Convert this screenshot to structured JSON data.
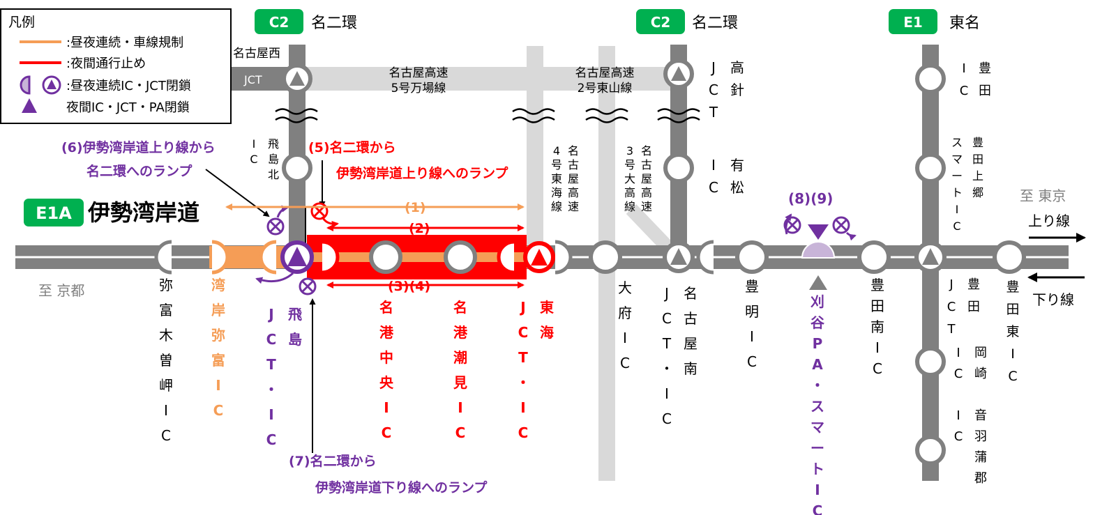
{
  "legend": {
    "title": "凡例",
    "items": [
      ":昼夜連続・車線規制",
      ":夜間通行止め",
      ":昼夜連続IC・JCT閉鎖",
      "夜間IC・JCT・PA閉鎖"
    ]
  },
  "route_badges": [
    {
      "code": "C2",
      "name": "名二環"
    },
    {
      "code": "C2",
      "name": "名二環"
    },
    {
      "code": "E1",
      "name": "東名"
    }
  ],
  "main_route": {
    "code": "E1A",
    "name": "伊勢湾岸道"
  },
  "directions": {
    "kyoto": "至 京都",
    "tokyo": "至 東京",
    "up": "上り線",
    "down": "下り線"
  },
  "sections": {
    "s1": "(1)",
    "s2": "(2)",
    "s34": "(3)(4)",
    "s89": "(8)(9)"
  },
  "ramps": {
    "r5_line1": "(5)名二環から",
    "r5_line2": "伊勢湾岸道上り線へのランプ",
    "r6_line1": "(6)伊勢湾岸道上り線から",
    "r6_line2": "名二環へのランプ",
    "r7_line1": "(7)名二環から",
    "r7_line2": "伊勢湾岸道下り線へのランプ"
  },
  "expressways": {
    "nagoya_no5": "名古屋高速\n5号万場線",
    "nagoya_no2": "名古屋高速\n2号東山線",
    "nagoya_no4": "名古屋高速\n4号東海線",
    "nagoya_no3": "名古屋高速\n3号大高線"
  },
  "interchanges": {
    "nagoyanishi_jct_top": "名古屋西",
    "nagoyanishi_jct_bottom": "JCT",
    "tobishima_kita": "飛島北\nIC",
    "takabari_jct": "高針\nJCT",
    "arimatsu_ic": "有松\nIC",
    "toyota_ic": "豊田\nIC",
    "toyota_kamigo": "豊田上郷\nスマートIC",
    "yatomi_kiso": "弥富木曽岬IC",
    "wangan_yatomi": "湾岸弥富IC",
    "tobishima": "飛島\nJCT・IC",
    "meiko_chuo": "名港中央IC",
    "meiko_shiomi": "名港潮見IC",
    "tokai": "東海\nJCT・IC",
    "obu_ic": "大府IC",
    "nagoya_minami": "名古屋南\nJCT・IC",
    "toyoake_ic": "豊明IC",
    "kariya_pa": "刈谷PA・スマートIC",
    "toyota_minami": "豊田南IC",
    "toyota_jct": "豊田\nJCT",
    "toyota_higashi": "豊田東IC",
    "okazaki_ic": "岡崎\nIC",
    "otowa_gamagori": "音羽蒲郡\nIC"
  },
  "colors": {
    "road": "#808080",
    "cross_road": "#d9d9d9",
    "orange": "#f59d56",
    "red": "#ff0000",
    "purple": "#7030a0",
    "green": "#00b050",
    "gray_arrow": "#7f7f7f"
  }
}
